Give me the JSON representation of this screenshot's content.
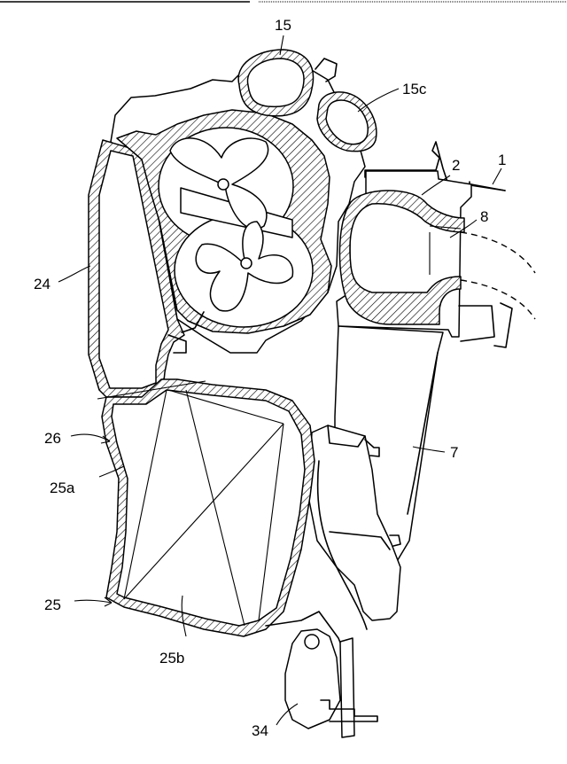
{
  "labels": {
    "l15": "15",
    "l15c": "15c",
    "l2": "2",
    "l1": "1",
    "l8": "8",
    "l24": "24",
    "l26": "26",
    "l25a": "25a",
    "l25": "25",
    "l25b": "25b",
    "l7": "7",
    "l34": "34"
  }
}
